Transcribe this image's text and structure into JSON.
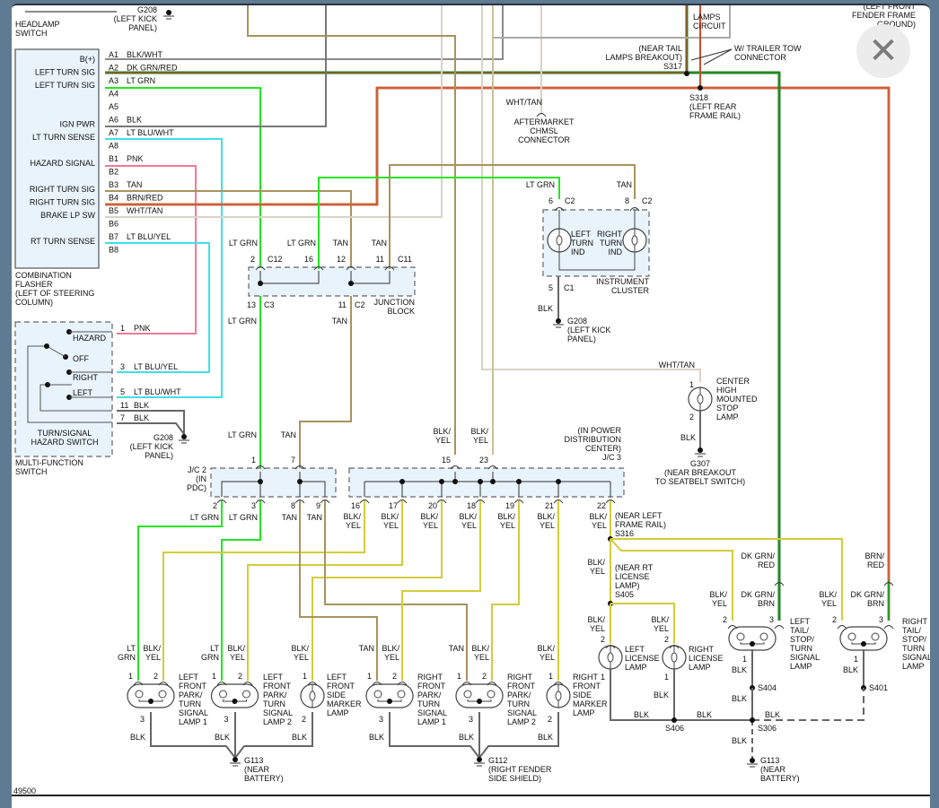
{
  "viewer": {
    "close_icon": "close-icon (×)",
    "close_glyph": "✕",
    "figure_id": "49500"
  },
  "colors": {
    "LT GRN": "#22e622",
    "DK GRN": "#1f7a1f",
    "RED": "#d24b2a",
    "BRN/RED": "#c9734a",
    "BLK": "#666666",
    "BLK/WHT": "#8a8a8a",
    "LT BLU": "#3fe0e8",
    "PNK": "#f07a98",
    "TAN": "#a8935f",
    "WHT/TAN": "#d9d3c7",
    "BLK/YEL": "#d2cc3c",
    "box_fill": "#e8f3fb"
  },
  "top": {
    "headlamp_switch": [
      "HEADLAMP",
      "SWITCH"
    ],
    "g208_top": [
      "G208",
      "(LEFT KICK",
      "PANEL)"
    ],
    "lamps_circuit": [
      "LAMPS",
      "CIRCUIT"
    ],
    "left_front_fender": [
      "(LEFT FRONT",
      "FENDER FRAME",
      "GROUND)"
    ],
    "s317": [
      "(NEAR TAIL",
      "LAMPS BREAKOUT)",
      "S317"
    ],
    "trailer_tow": [
      "W/ TRAILER TOW",
      "CONNECTOR"
    ],
    "s318": [
      "S318",
      "(LEFT REAR",
      "FRAME RAIL)"
    ],
    "chmsl_wire": "WHT/TAN",
    "chmsl_connector": [
      "AFTERMARKET",
      "CHMSL",
      "CONNECTOR"
    ]
  },
  "flasher": {
    "title": [
      "COMBINATION",
      "FLASHER",
      "(LEFT OF STEERING",
      "COLUMN)"
    ],
    "pins": [
      {
        "pin": "A1",
        "func": "B(+)",
        "wire": "BLK/WHT"
      },
      {
        "pin": "A2",
        "func": "LEFT TURN SIG",
        "wire": "DK GRN/RED"
      },
      {
        "pin": "A3",
        "func": "LEFT TURN SIG",
        "wire": "LT GRN"
      },
      {
        "pin": "A4",
        "func": "",
        "wire": ""
      },
      {
        "pin": "A5",
        "func": "",
        "wire": ""
      },
      {
        "pin": "A6",
        "func": "IGN PWR",
        "wire": "BLK"
      },
      {
        "pin": "A7",
        "func": "LT TURN SENSE",
        "wire": "LT BLU/WHT"
      },
      {
        "pin": "A8",
        "func": "",
        "wire": ""
      },
      {
        "pin": "B1",
        "func": "HAZARD SIGNAL",
        "wire": "PNK"
      },
      {
        "pin": "B2",
        "func": "",
        "wire": ""
      },
      {
        "pin": "B3",
        "func": "RIGHT TURN SIG",
        "wire": "TAN"
      },
      {
        "pin": "B4",
        "func": "RIGHT TURN SIG",
        "wire": "BRN/RED"
      },
      {
        "pin": "B5",
        "func": "BRAKE LP SW",
        "wire": "WHT/TAN"
      },
      {
        "pin": "B6",
        "func": "",
        "wire": ""
      },
      {
        "pin": "B7",
        "func": "RT TURN SENSE",
        "wire": "LT BLU/YEL"
      },
      {
        "pin": "B8",
        "func": "",
        "wire": ""
      }
    ]
  },
  "mfs": {
    "title": [
      "MULTI-FUNCTION",
      "SWITCH"
    ],
    "inner": [
      "TURN/SIGNAL",
      "HAZARD SWITCH"
    ],
    "positions": [
      "HAZARD",
      "OFF",
      "RIGHT",
      "LEFT"
    ],
    "pins": [
      {
        "pin": "1",
        "wire": "PNK"
      },
      {
        "pin": "3",
        "wire": "LT BLU/YEL"
      },
      {
        "pin": "5",
        "wire": "LT BLU/WHT"
      },
      {
        "pin": "11",
        "wire": "BLK"
      },
      {
        "pin": "7",
        "wire": "BLK"
      }
    ],
    "ground": [
      "G208",
      "(LEFT KICK",
      "PANEL)"
    ]
  },
  "junction_block": {
    "title": [
      "JUNCTION",
      "BLOCK"
    ],
    "top_pins": [
      {
        "pin": "2",
        "conn": "C12",
        "wire": "LT GRN"
      },
      {
        "pin": "16",
        "conn": "",
        "wire": "LT GRN"
      },
      {
        "pin": "12",
        "conn": "",
        "wire": "TAN"
      },
      {
        "pin": "11",
        "conn": "C11",
        "wire": "TAN"
      }
    ],
    "bottom_pins": [
      {
        "pin": "13",
        "conn": "C3",
        "wire": "LT GRN"
      },
      {
        "pin": "11",
        "conn": "C2",
        "wire": "TAN"
      }
    ]
  },
  "cluster": {
    "title": [
      "INSTRUMENT",
      "CLUSTER"
    ],
    "left": [
      "LEFT",
      "TURN",
      "IND"
    ],
    "right": [
      "RIGHT",
      "TURN",
      "IND"
    ],
    "pin_left": {
      "pin": "6",
      "conn": "C2",
      "wire": "LT GRN"
    },
    "pin_right": {
      "pin": "8",
      "conn": "C2",
      "wire": "TAN"
    },
    "pin_gnd": {
      "pin": "5",
      "conn": "C1",
      "wire": "BLK"
    },
    "ground": [
      "G208",
      "(LEFT KICK",
      "PANEL)"
    ]
  },
  "chmsl": {
    "wire_in": "WHT/TAN",
    "label": [
      "CENTER",
      "HIGH",
      "MOUNTED",
      "STOP",
      "LAMP"
    ],
    "pin1": "1",
    "pin2": "2",
    "wire_out": "BLK",
    "ground": [
      "G307",
      "(NEAR BREAKOUT",
      "TO SEATBELT SWITCH)"
    ]
  },
  "jc2": {
    "title": [
      "J/C 2",
      "(IN",
      "PDC)"
    ],
    "top": [
      {
        "pin": "1",
        "wire": "LT GRN"
      },
      {
        "pin": "7",
        "wire": "TAN"
      }
    ],
    "bottom": [
      {
        "pin": "2",
        "wire": "LT GRN"
      },
      {
        "pin": "3",
        "wire": "LT GRN"
      },
      {
        "pin": "8",
        "wire": "TAN"
      },
      {
        "pin": "9",
        "wire": "TAN"
      }
    ]
  },
  "jc3": {
    "title": [
      "(IN POWER",
      "DISTRIBUTION",
      "CENTER)",
      "J/C 3"
    ],
    "top": [
      {
        "pin": "15",
        "wire": "BLK/YEL"
      },
      {
        "pin": "23",
        "wire": "BLK/YEL"
      }
    ],
    "bottom": [
      {
        "pin": "16",
        "wire": "BLK/YEL"
      },
      {
        "pin": "17",
        "wire": "BLK/YEL"
      },
      {
        "pin": "20",
        "wire": "BLK/YEL"
      },
      {
        "pin": "18",
        "wire": "BLK/YEL"
      },
      {
        "pin": "19",
        "wire": "BLK/YEL"
      },
      {
        "pin": "21",
        "wire": "BLK/YEL"
      },
      {
        "pin": "22",
        "wire": "BLK/YEL"
      }
    ]
  },
  "splices": {
    "s316": [
      "(NEAR LEFT",
      "FRAME RAIL)",
      "S316"
    ],
    "s405": [
      "(NEAR RT",
      "LICENSE",
      "LAMP)",
      "S405"
    ],
    "s406": "S406",
    "s404": "S404",
    "s401": "S401",
    "s306": "S306"
  },
  "front_lamps": [
    {
      "name": [
        "LEFT",
        "FRONT",
        "PARK/",
        "TURN",
        "SIGNAL",
        "LAMP 1"
      ],
      "p1": "1",
      "w1": [
        "LT",
        "GRN"
      ],
      "p2": "2",
      "w2": [
        "BLK/",
        "YEL"
      ],
      "p3": "3",
      "w3": "BLK"
    },
    {
      "name": [
        "LEFT",
        "FRONT",
        "PARK/",
        "TURN",
        "SIGNAL",
        "LAMP 2"
      ],
      "p1": "1",
      "w1": [
        "LT",
        "GRN"
      ],
      "p2": "2",
      "w2": [
        "BLK/",
        "YEL"
      ],
      "p3": "3",
      "w3": "BLK"
    },
    {
      "name": [
        "LEFT",
        "FRONT",
        "SIDE",
        "MARKER",
        "LAMP"
      ],
      "p1": "1",
      "w1": [
        "BLK/",
        "YEL"
      ],
      "p3": "2",
      "w3": "BLK"
    },
    {
      "name": [
        "RIGHT",
        "FRONT",
        "PARK/",
        "TURN",
        "SIGNAL",
        "LAMP 1"
      ],
      "p1": "1",
      "w1": [
        "TAN",
        ""
      ],
      "p2": "2",
      "w2": [
        "BLK/",
        "YEL"
      ],
      "p3": "3",
      "w3": "BLK"
    },
    {
      "name": [
        "RIGHT",
        "FRONT",
        "PARK/",
        "TURN",
        "SIGNAL",
        "LAMP 2"
      ],
      "p1": "1",
      "w1": [
        "TAN",
        ""
      ],
      "p2": "2",
      "w2": [
        "BLK/",
        "YEL"
      ],
      "p3": "3",
      "w3": "BLK"
    },
    {
      "name": [
        "RIGHT",
        "FRONT",
        "SIDE",
        "MARKER",
        "LAMP"
      ],
      "p1": "1",
      "w1": [
        "BLK/",
        "YEL"
      ],
      "p3": "2",
      "w3": "BLK"
    }
  ],
  "grounds_front": {
    "g113": [
      "G113",
      "(NEAR",
      "BATTERY)"
    ],
    "g112": [
      "G112",
      "(RIGHT FENDER",
      "SIDE SHIELD)"
    ]
  },
  "rear": {
    "left_license": [
      "LEFT",
      "LICENSE",
      "LAMP"
    ],
    "right_license": [
      "RIGHT",
      "LICENSE",
      "LAMP"
    ],
    "left_tail": [
      "LEFT",
      "TAIL/",
      "STOP/",
      "TURN",
      "SIGNAL",
      "LAMP"
    ],
    "right_tail": [
      "RIGHT",
      "TAIL/",
      "STOP/",
      "TURN",
      "SIGNAL",
      "LAMP"
    ],
    "dkgrn_red": [
      "DK GRN/",
      "RED"
    ],
    "dkgrn_brn": [
      "DK GRN/",
      "BRN"
    ],
    "brn_red": [
      "BRN/",
      "RED"
    ],
    "blk_yel": [
      "BLK/",
      "YEL"
    ],
    "blk": "BLK",
    "g113": [
      "G113",
      "(NEAR",
      "BATTERY)"
    ]
  }
}
